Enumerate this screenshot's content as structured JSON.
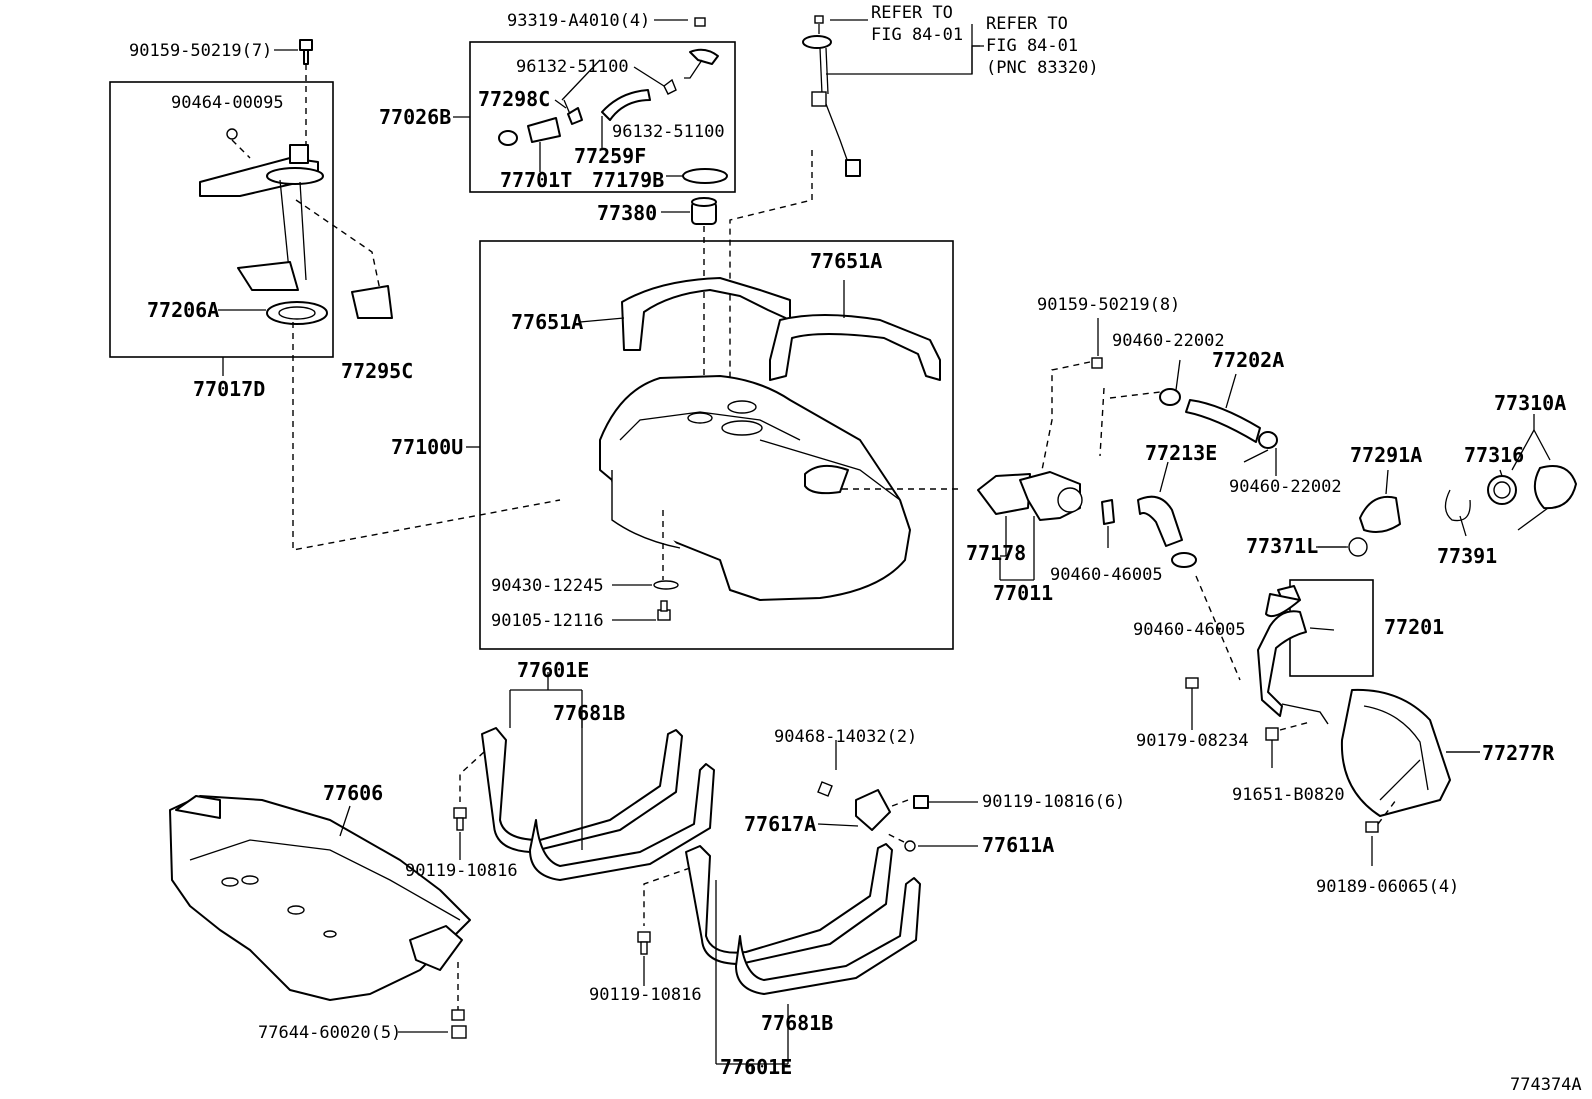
{
  "diagram_id": "774374A",
  "labels": {
    "p90159_7": "90159-50219(7)",
    "p90464": "90464-00095",
    "p77206a": "77206A",
    "p77017d": "77017D",
    "p77295c": "77295C",
    "p93319": "93319-A4010(4)",
    "p96132a": "96132-51100",
    "p96132b": "96132-51100",
    "p77298c": "77298C",
    "p77026b": "77026B",
    "p77259f": "77259F",
    "p77701t": "77701T",
    "p77179b": "77179B",
    "p77380": "77380",
    "refer1a": "REFER TO",
    "refer1b": "FIG 84-01",
    "refer2a": "REFER TO",
    "refer2b": "FIG 84-01",
    "refer2c": "(PNC 83320)",
    "p77651a1": "77651A",
    "p77651a2": "77651A",
    "p77100u": "77100U",
    "p90430": "90430-12245",
    "p90105": "90105-12116",
    "p90159_8": "90159-50219(8)",
    "p90460_22002a": "90460-22002",
    "p77202a": "77202A",
    "p90460_22002b": "90460-22002",
    "p77213e": "77213E",
    "p77310a": "77310A",
    "p77316": "77316",
    "p77291a": "77291A",
    "p77178": "77178",
    "p77011": "77011",
    "p90460_46005a": "90460-46005",
    "p77371l": "77371L",
    "p77391": "77391",
    "p90460_46005b": "90460-46005",
    "p77201": "77201",
    "p77601e1": "77601E",
    "p77681b1": "77681B",
    "p90468": "90468-14032(2)",
    "p90119_6": "90119-10816(6)",
    "p77617a": "77617A",
    "p77611a": "77611A",
    "p77606": "77606",
    "p90119a": "90119-10816",
    "p90119b": "90119-10816",
    "p77681b2": "77681B",
    "p77601e2": "77601E",
    "p77644": "77644-60020(5)",
    "p90179": "90179-08234",
    "p91651": "91651-B0820",
    "p77277r": "77277R",
    "p90189": "90189-06065(4)"
  }
}
